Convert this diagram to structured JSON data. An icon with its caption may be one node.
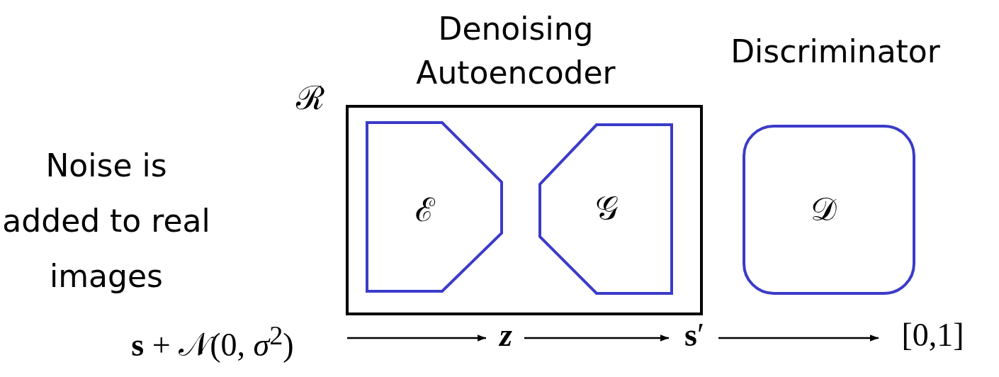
{
  "diagram": {
    "nodes": [
      {
        "text": [
          "Denoising Autoencoder"
        ],
        "beside": [
          "ℛ"
        ]
      },
      {
        "text": [
          "ℰ"
        ],
        "in": 0
      },
      {
        "text": [
          "𝒢"
        ],
        "in": 0
      },
      {
        "text": [
          "Discriminator",
          "𝒟"
        ]
      },
      {
        "text": [
          "**s** + 𝒩(0, *σ*$^{2}$)"
        ]
      },
      {
        "text": [
          "z"
        ]
      },
      {
        "text": [
          "**s**′"
        ]
      },
      {
        "text": [
          "[0,1]"
        ]
      }
    ],
    "edges": [
      {
        "from": 4,
        "to": 5,
        "arrow": "to"
      },
      {
        "from": 5,
        "to": 6,
        "arrow": "to"
      },
      {
        "from": 6,
        "to": 7,
        "arrow": "to"
      }
    ],
    "labels": [
      "Noise is added to real images"
    ]
  }
}
